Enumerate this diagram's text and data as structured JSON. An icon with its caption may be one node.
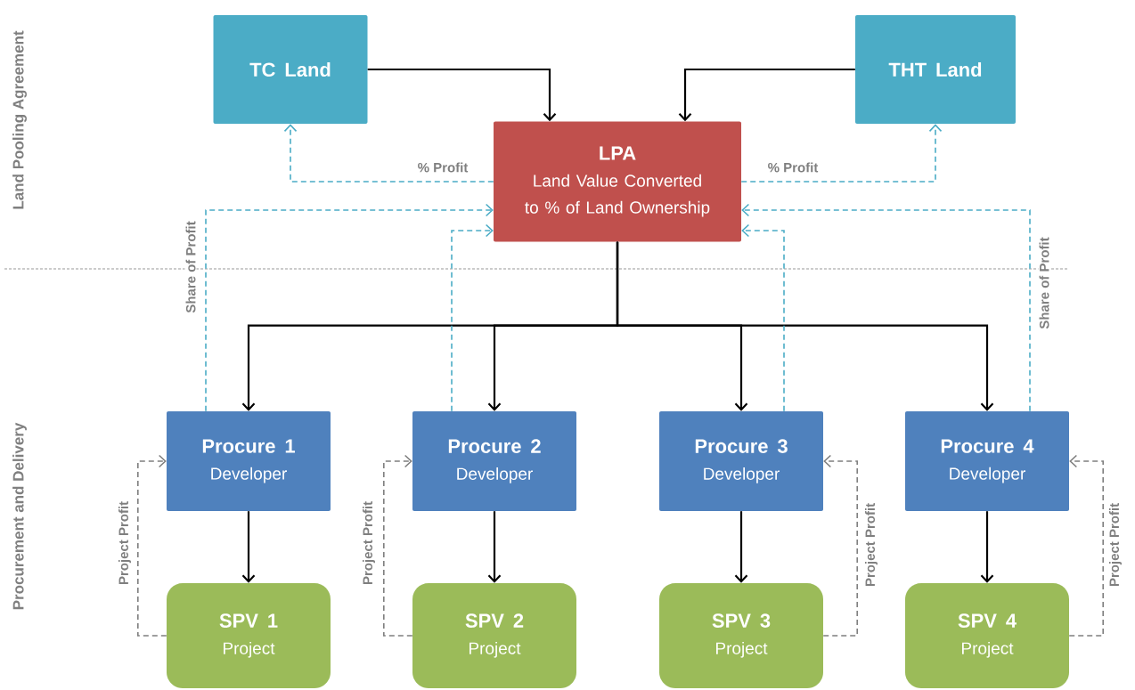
{
  "diagram": {
    "nodes": [
      {
        "text": [
          "TC Land"
        ]
      },
      {
        "text": [
          "THT Land"
        ]
      },
      {
        "text": [
          "LPA",
          "Land Value Converted to % of Land Ownership"
        ]
      },
      {
        "text": [
          "Procure 1",
          "Developer"
        ]
      },
      {
        "text": [
          "Procure 2",
          "Developer"
        ]
      },
      {
        "text": [
          "Procure 3",
          "Developer"
        ]
      },
      {
        "text": [
          "Procure 4",
          "Developer"
        ]
      },
      {
        "text": [
          "SPV 1",
          "Project"
        ]
      },
      {
        "text": [
          "SPV 2",
          "Project"
        ]
      },
      {
        "text": [
          "SPV 3",
          "Project"
        ]
      },
      {
        "text": [
          "SPV 4",
          "Project"
        ]
      }
    ],
    "edges": [
      {
        "from": 0,
        "to": 2,
        "arrow": "to"
      },
      {
        "from": 1,
        "to": 2,
        "arrow": "to"
      },
      {
        "from": 2,
        "to": 0,
        "arrow": "to",
        "label": "% Profit",
        "style": "dashed",
        "color": "#4bacc6"
      },
      {
        "from": 2,
        "to": 1,
        "arrow": "to",
        "label": "% Profit",
        "style": "dashed",
        "color": "#4bacc6"
      },
      {
        "from": 2,
        "to": 3,
        "arrow": "to"
      },
      {
        "from": 2,
        "to": 4,
        "arrow": "to"
      },
      {
        "from": 2,
        "to": 5,
        "arrow": "to"
      },
      {
        "from": 2,
        "to": 6,
        "arrow": "to"
      },
      {
        "from": 3,
        "to": 2,
        "arrow": "to",
        "label": "Share of Profit",
        "style": "dashed",
        "color": "#4bacc6"
      },
      {
        "from": 4,
        "to": 2,
        "arrow": "to",
        "style": "dashed",
        "color": "#4bacc6"
      },
      {
        "from": 5,
        "to": 2,
        "arrow": "to",
        "style": "dashed",
        "color": "#4bacc6"
      },
      {
        "from": 6,
        "to": 2,
        "arrow": "to",
        "label": "Share of Profit",
        "style": "dashed",
        "color": "#4bacc6"
      },
      {
        "from": 3,
        "to": 7,
        "arrow": "to"
      },
      {
        "from": 4,
        "to": 8,
        "arrow": "to"
      },
      {
        "from": 5,
        "to": 9,
        "arrow": "to"
      },
      {
        "from": 6,
        "to": 10,
        "arrow": "to"
      },
      {
        "from": 7,
        "to": 3,
        "arrow": "to",
        "label": "Project Profit",
        "style": "dashed",
        "color": "#7f7f7f"
      },
      {
        "from": 8,
        "to": 4,
        "arrow": "to",
        "label": "Project Profit",
        "style": "dashed",
        "color": "#7f7f7f"
      },
      {
        "from": 9,
        "to": 5,
        "arrow": "to",
        "label": "Project Profit",
        "style": "dashed",
        "color": "#7f7f7f"
      },
      {
        "from": 10,
        "to": 6,
        "arrow": "to",
        "label": "Project Profit",
        "style": "dashed",
        "color": "#7f7f7f"
      }
    ],
    "labels": [
      "Land Pooling Agreement",
      "Procurement and Delivery"
    ]
  }
}
